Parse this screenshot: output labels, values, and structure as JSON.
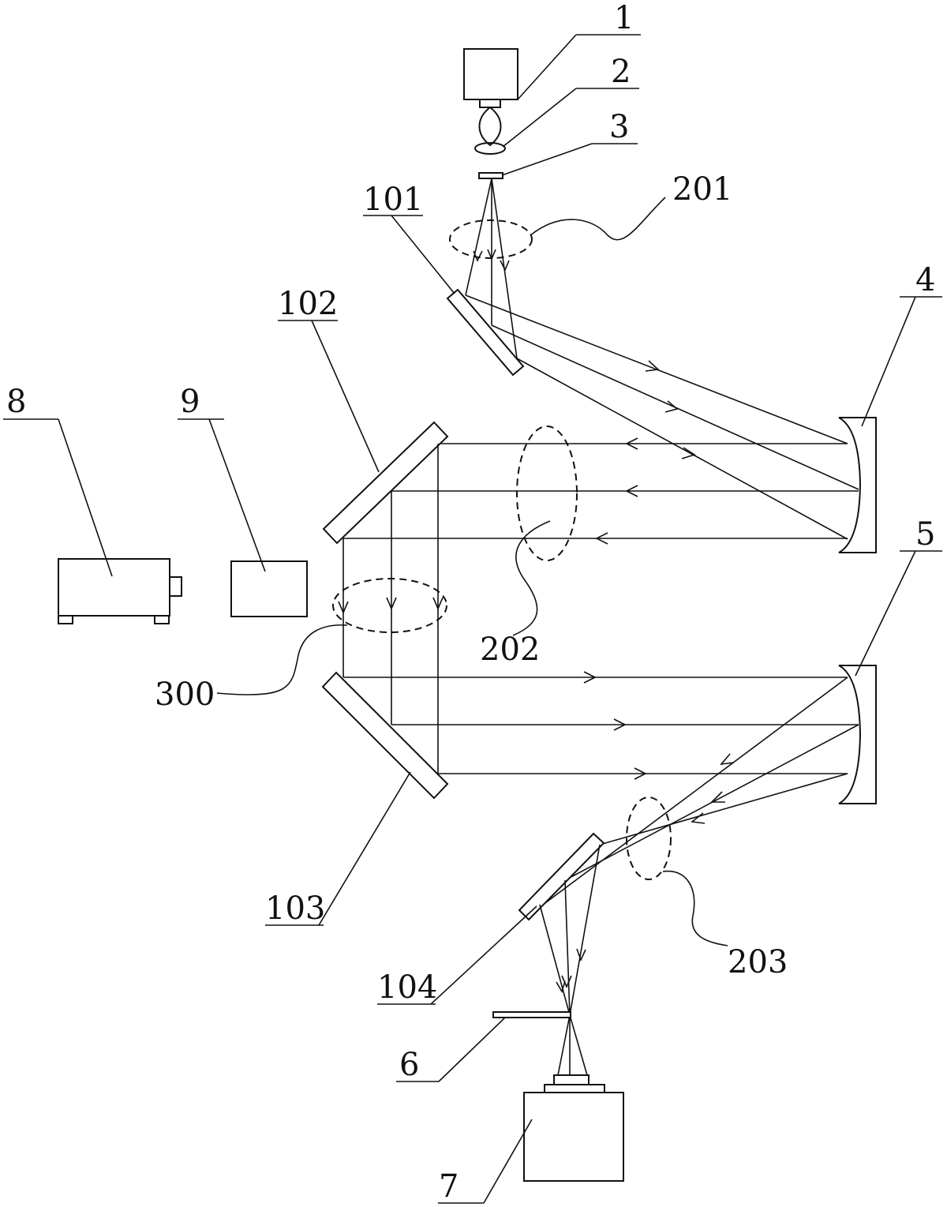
{
  "labels": {
    "l1": "1",
    "l2": "2",
    "l3": "3",
    "l4": "4",
    "l5": "5",
    "l6": "6",
    "l7": "7",
    "l8": "8",
    "l9": "9",
    "l101": "101",
    "l102": "102",
    "l103": "103",
    "l104": "104",
    "l201": "201",
    "l202": "202",
    "l203": "203",
    "l300": "300"
  }
}
